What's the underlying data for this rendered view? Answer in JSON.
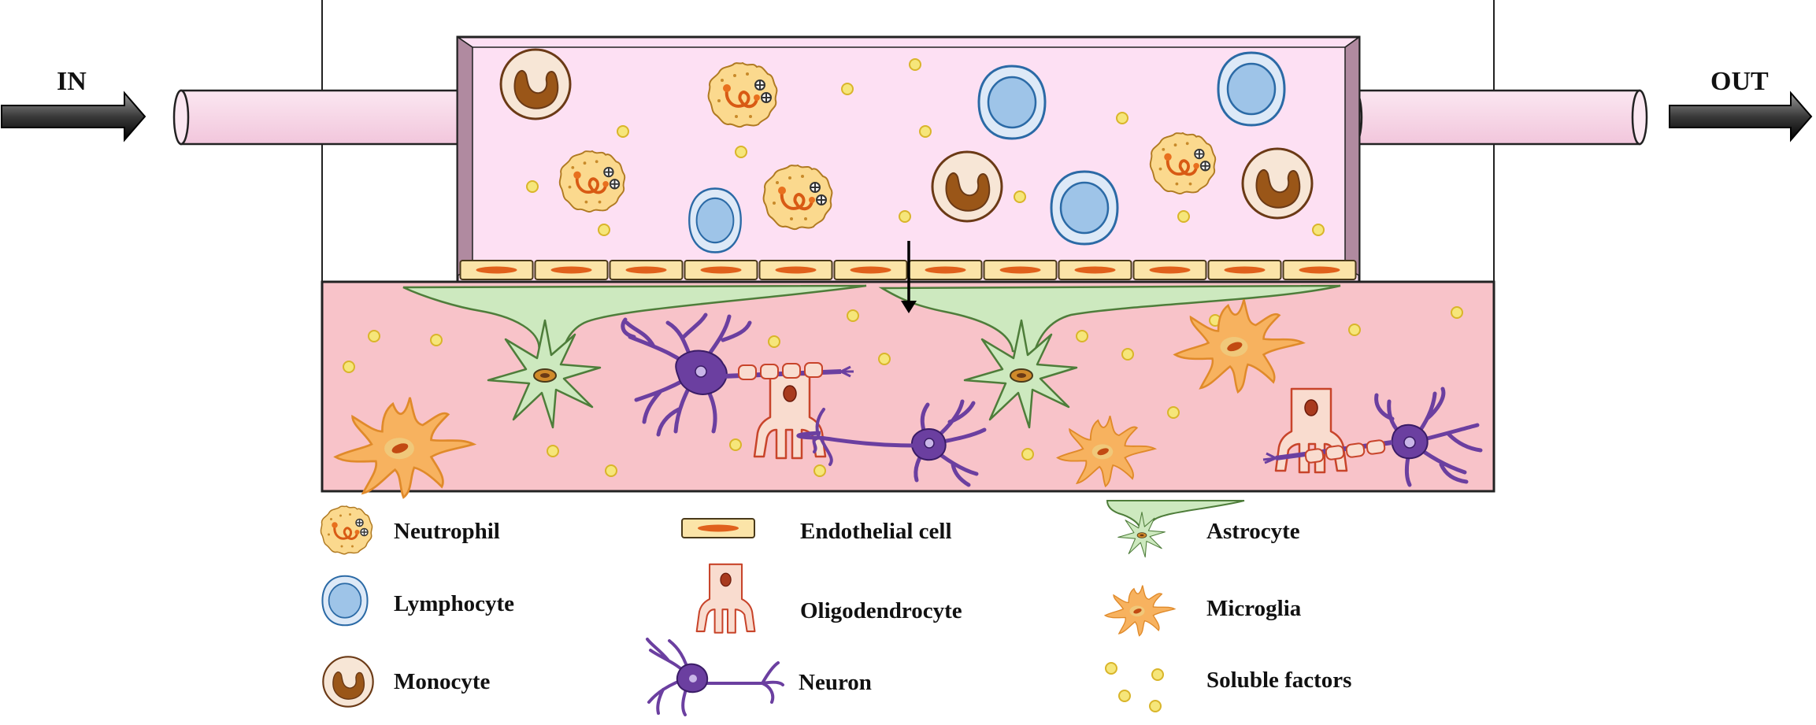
{
  "flow": {
    "in_label": "IN",
    "out_label": "OUT"
  },
  "legend": {
    "neutrophil": "Neutrophil",
    "lymphocyte": "Lymphocyte",
    "monocyte": "Monocyte",
    "endothelial": "Endothelial cell",
    "oligodendrocyte": "Oligodendrocyte",
    "neuron": "Neuron",
    "astrocyte": "Astrocyte",
    "microglia": "Microglia",
    "soluble": "Soluble factors"
  },
  "colors": {
    "blood_chamber": "#fde0f3",
    "brain_chamber": "#f8c3c9",
    "tube": "#f6d2e6",
    "endothelial_fill": "#fbe4a8",
    "endothelial_nucleus": "#e0611c",
    "astrocyte": "#cde9bf",
    "neuron": "#6b3fa0",
    "microglia": "#f7b25f",
    "oligodendrocyte": "#e08068",
    "lymphocyte": "#9ec4e8",
    "monocyte": "#f7e6d6",
    "neutrophil": "#fbd98e",
    "soluble_factor": "#f6e67a"
  }
}
